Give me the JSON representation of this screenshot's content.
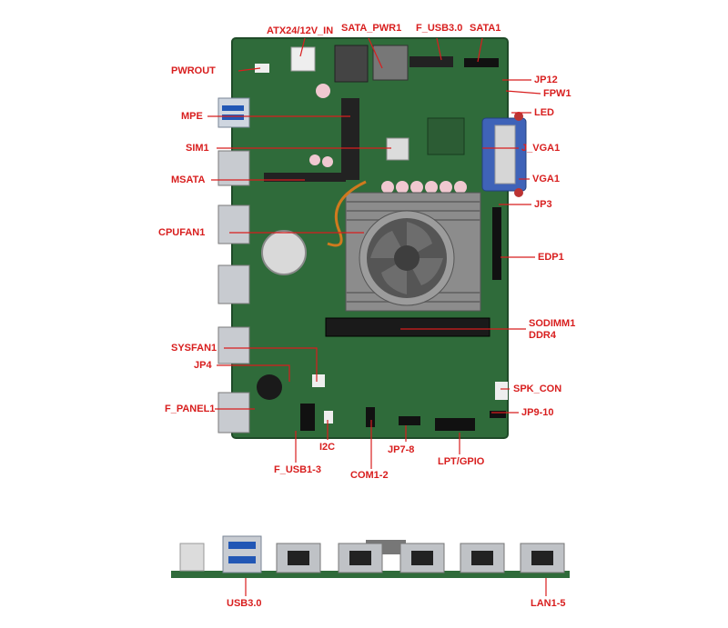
{
  "labels": {
    "atx": "ATX24/12V_IN",
    "sata_pwr": "SATA_PWR1",
    "f_usb30": "F_USB3.0",
    "sata1": "SATA1",
    "pwrout": "PWROUT",
    "jp12": "JP12",
    "fpw1": "FPW1",
    "mpe": "MPE",
    "led": "LED",
    "sim1": "SIM1",
    "j_vga1": "J_VGA1",
    "msata": "MSATA",
    "vga1": "VGA1",
    "jp3": "JP3",
    "cpufan1": "CPUFAN1",
    "edp1": "EDP1",
    "sodimm1": "SODIMM1",
    "ddr4": "DDR4",
    "sysfan1": "SYSFAN1",
    "jp4": "JP4",
    "spk_con": "SPK_CON",
    "f_panel1": "F_PANEL1",
    "jp9_10": "JP9-10",
    "i2c": "I2C",
    "jp7_8": "JP7-8",
    "lpt_gpio": "LPT/GPIO",
    "f_usb13": "F_USB1-3",
    "com12": "COM1-2",
    "usb30": "USB3.0",
    "lan15": "LAN1-5"
  },
  "colors": {
    "label": "#d81e1e",
    "pcb": "#2f6b3a",
    "pcb_dark": "#1f4a28",
    "heatsink": "#8c8c8c",
    "fan": "#555555"
  }
}
